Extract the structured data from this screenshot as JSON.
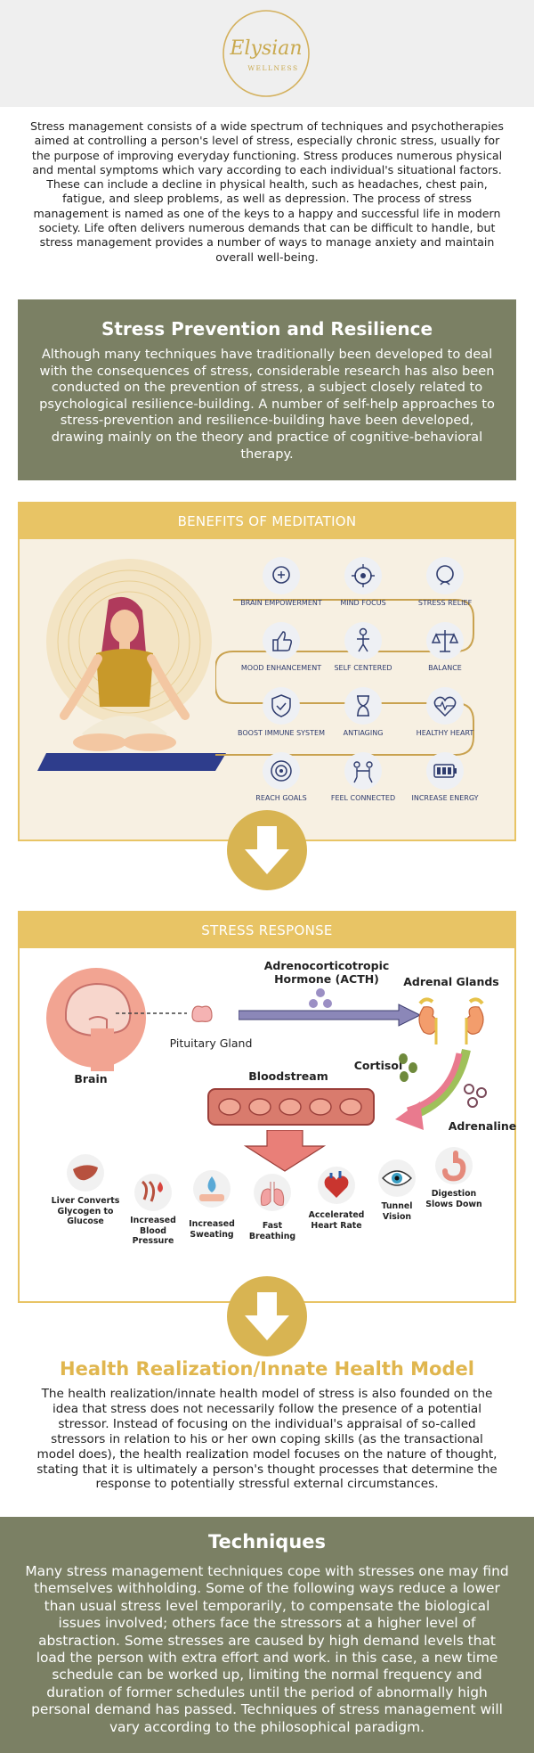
{
  "logo": {
    "script": "Elysian",
    "sub": "WELLNESS"
  },
  "intro": "Stress management consists of a wide spectrum of techniques and psychotherapies aimed at controlling a person's level of stress, especially chronic stress, usually for the purpose of improving everyday functioning. Stress produces numerous physical and mental symptoms which vary according to each individual's situational factors. These can include a decline in physical health, such as headaches, chest pain, fatigue, and sleep problems, as well as depression. The process of stress management is named as one of the keys to a happy and successful life in modern society. Life often delivers numerous demands that can be difficult to handle, but stress management provides a number of ways to manage anxiety and maintain overall well-being.",
  "resilience": {
    "title": "Stress Prevention and Resilience",
    "body": "Although many techniques have traditionally been developed to deal with the consequences of stress, considerable research has also been conducted on the prevention of stress, a subject closely related to psychological resilience-building. A number of self-help approaches to stress-prevention and resilience-building have been developed, drawing mainly on the theory and practice of cognitive-behavioral therapy."
  },
  "meditation": {
    "title": "BENEFITS OF MEDITATION",
    "benefits": [
      "BRAIN EMPOWERMENT",
      "MIND FOCUS",
      "STRESS RELIEF",
      "MOOD ENHANCEMENT",
      "SELF CENTERED",
      "BALANCE",
      "BOOST IMMUNE SYSTEM",
      "ANTIAGING",
      "HEALTHY HEART",
      "REACH GOALS",
      "FEEL CONNECTED",
      "INCREASE ENERGY"
    ]
  },
  "stress_response": {
    "title": "STRESS RESPONSE",
    "acth_line1": "Adrenocorticotropic",
    "acth_line2": "Hormone (ACTH)",
    "adrenal": "Adrenal Glands",
    "pituitary": "Pituitary Gland",
    "brain": "Brain",
    "cortisol": "Cortisol",
    "bloodstream": "Bloodstream",
    "adrenaline": "Adrenaline",
    "organs": [
      {
        "l1": "Liver Converts",
        "l2": "Glycogen to",
        "l3": "Glucose"
      },
      {
        "l1": "Increased",
        "l2": "Blood",
        "l3": "Pressure"
      },
      {
        "l1": "Increased",
        "l2": "Sweating",
        "l3": ""
      },
      {
        "l1": "Fast",
        "l2": "Breathing",
        "l3": ""
      },
      {
        "l1": "Accelerated",
        "l2": "Heart Rate",
        "l3": ""
      },
      {
        "l1": "Tunnel",
        "l2": "Vision",
        "l3": ""
      },
      {
        "l1": "Digestion",
        "l2": "Slows Down",
        "l3": ""
      }
    ]
  },
  "health_model": {
    "title": "Health Realization/Innate Health Model",
    "body": "The health realization/innate health model of stress is also founded on the idea that stress does not necessarily follow the presence of a potential stressor. Instead of focusing on the individual's appraisal of so-called stressors in relation to his or her own coping skills (as the transactional model does), the health realization model focuses on the nature of thought, stating that it is ultimately a person's thought processes that determine the response to potentially stressful external circumstances."
  },
  "techniques": {
    "title": "Techniques",
    "body": "Many stress management techniques cope with stresses one may find themselves withholding. Some of the following ways reduce a lower than usual stress level temporarily, to compensate the biological issues involved; others face the stressors at a higher level of abstraction. Some stresses are caused by high demand levels that load the person with extra effort and work. in this case, a new time schedule can be worked up, limiting the normal frequency and duration of former schedules until the period of abnormally high personal demand has passed. Techniques of stress management will vary according to the philosophical paradigm."
  },
  "colors": {
    "olive": "#7b8064",
    "gold": "#e8c465",
    "navy": "#2f3c6e",
    "cream": "#f7f0e2"
  }
}
